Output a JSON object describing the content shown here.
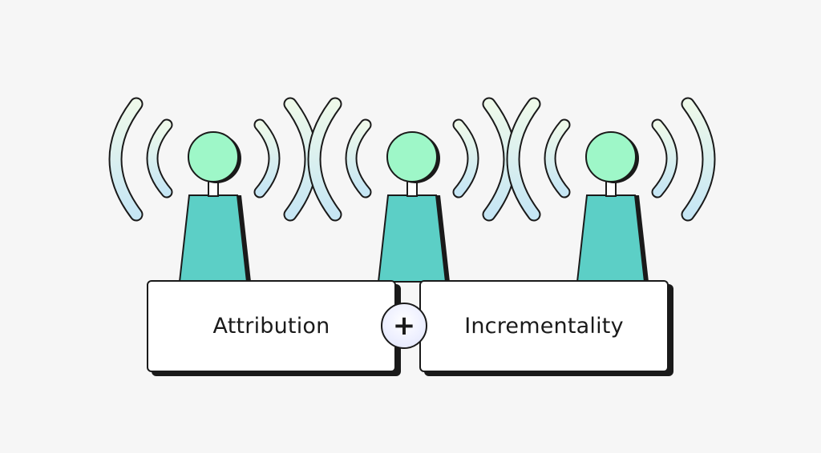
{
  "labels": {
    "left": "Attribution",
    "right": "Incrementality",
    "operator": "+"
  },
  "colors": {
    "background": "#f6f6f6",
    "tower_body": "#5ccfc6",
    "tower_head": "#9ef7c8",
    "outline": "#1a1a1a",
    "wave_top": "#e9f7ea",
    "wave_bottom": "#c9e7f4",
    "box_fill": "#ffffff"
  },
  "towers": [
    {
      "name": "tower-left",
      "icon": "broadcast-antenna-icon"
    },
    {
      "name": "tower-center",
      "icon": "broadcast-antenna-icon"
    },
    {
      "name": "tower-right",
      "icon": "broadcast-antenna-icon"
    }
  ]
}
